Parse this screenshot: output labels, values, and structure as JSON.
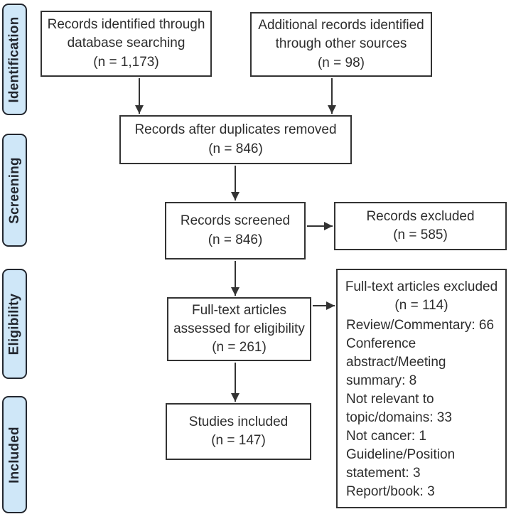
{
  "theme": {
    "stage-fill": "#cfe7f8",
    "stage-border": "#23272f",
    "stage-text": "#23272f",
    "box-border": "#333333",
    "box-fill": "#ffffff",
    "text": "#2d2d2d",
    "arrow": "#333333",
    "background": "#ffffff"
  },
  "stages": [
    {
      "label": "Identification"
    },
    {
      "label": "Screening"
    },
    {
      "label": "Eligibility"
    },
    {
      "label": "Included"
    }
  ],
  "boxes": {
    "identified": {
      "text": "Records identified through\ndatabase searching\n(n = 1,173)",
      "n": 1173
    },
    "additional": {
      "text": "Additional records identified\nthrough other sources\n(n = 98)",
      "n": 98
    },
    "deduplicated": {
      "text": "Records after duplicates removed\n(n = 846)",
      "n": 846
    },
    "screened": {
      "text": "Records screened\n(n = 846)",
      "n": 846
    },
    "excluded": {
      "text": "Records excluded\n(n = 585)",
      "n": 585
    },
    "assessed": {
      "text": "Full-text articles\nassessed for eligibility\n(n = 261)",
      "n": 261
    },
    "fulltext_excluded": {
      "header": "Full-text articles excluded\n(n = 114)",
      "n": 114,
      "reasons": [
        {
          "label": "Review/Commentary",
          "count": 66,
          "text": "Review/Commentary: 66"
        },
        {
          "label": "Conference abstract/Meeting summary",
          "count": 8,
          "text": "Conference\nabstract/Meeting\nsummary: 8"
        },
        {
          "label": "Not relevant to topic/domains",
          "count": 33,
          "text": "Not relevant to\ntopic/domains: 33"
        },
        {
          "label": "Not cancer",
          "count": 1,
          "text": "Not cancer: 1"
        },
        {
          "label": "Guideline/Position statement",
          "count": 3,
          "text": "Guideline/Position\nstatement: 3"
        },
        {
          "label": "Report/book",
          "count": 3,
          "text": "Report/book: 3"
        }
      ]
    },
    "studies_included": {
      "text": "Studies included\n(n = 147)",
      "n": 147
    }
  }
}
